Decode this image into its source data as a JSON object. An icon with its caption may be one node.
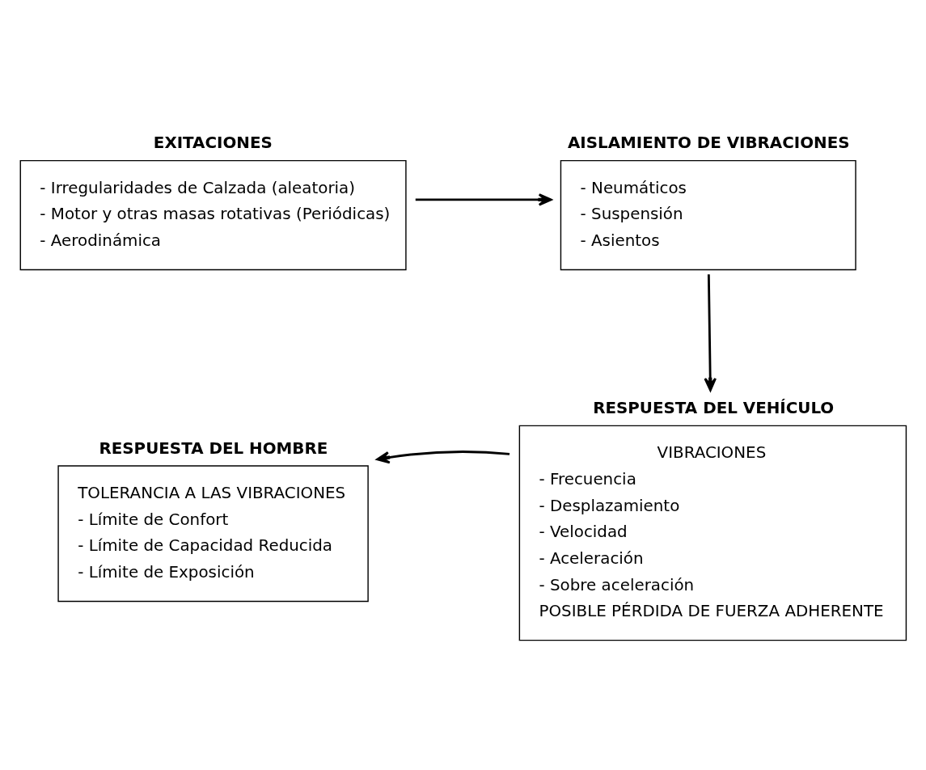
{
  "diagram": {
    "nodes": [
      {
        "text": [
          "EXITACIONES",
          "- Irregularidades de Calzada (aleatoria)",
          "- Motor y otras masas rotativas (Periódicas)",
          "- Aerodinámica"
        ]
      },
      {
        "text": [
          "AISLAMIENTO DE VIBRACIONES",
          "- Neumáticos",
          "- Suspensión",
          "- Asientos"
        ]
      },
      {
        "text": [
          "RESPUESTA DEL HOMBRE",
          "TOLERANCIA A LAS VIBRACIONES",
          "- Límite de Confort",
          "- Límite de Capacidad Reducida",
          "- Límite de Exposición"
        ]
      },
      {
        "text": [
          "RESPUESTA DEL VEHÍCULO",
          "VIBRACIONES",
          "- Frecuencia",
          "- Desplazamiento",
          "- Velocidad",
          "- Aceleración",
          "- Sobre aceleración",
          "POSIBLE PÉRDIDA DE FUERZA ADHERENTE"
        ]
      }
    ],
    "edges": [
      {
        "from": 0,
        "to": 1,
        "arrow": "to"
      },
      {
        "from": 1,
        "to": 3,
        "arrow": "to"
      },
      {
        "from": 3,
        "to": 2,
        "arrow": "to"
      }
    ]
  }
}
